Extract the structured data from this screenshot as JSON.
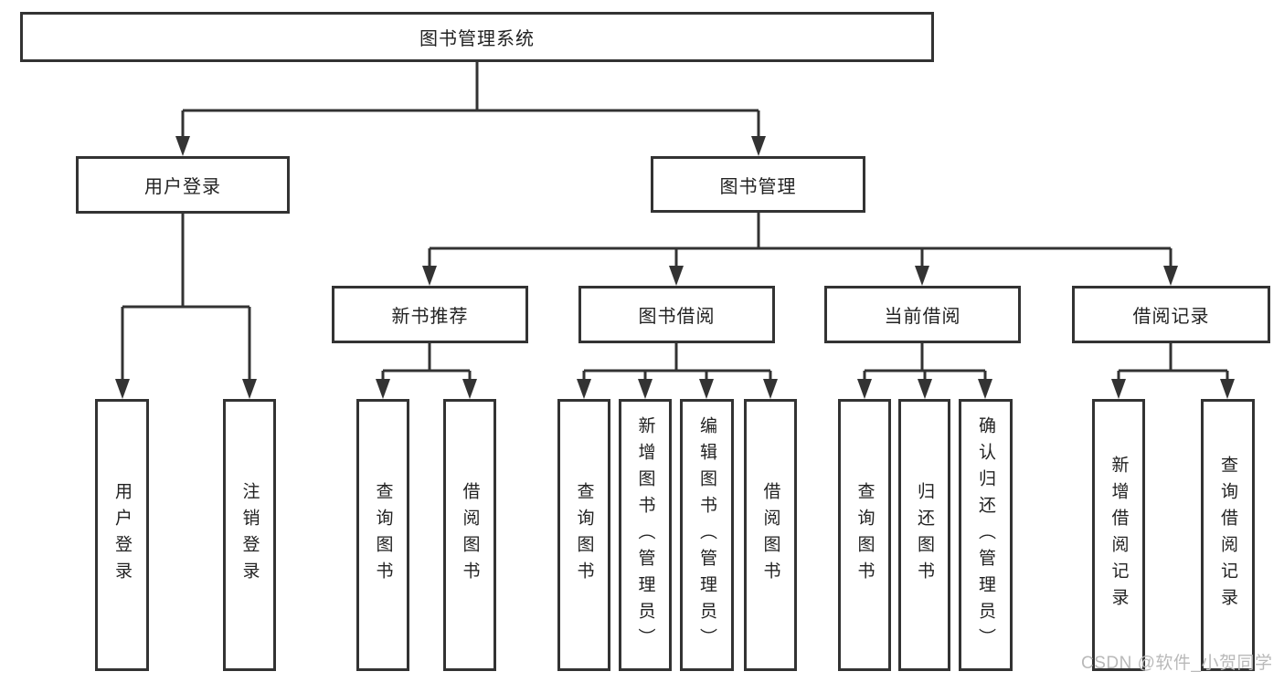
{
  "tree": {
    "root": {
      "label": "图书管理系统"
    },
    "branches": [
      {
        "label": "用户登录",
        "children": [
          {
            "label": "用户登录"
          },
          {
            "label": "注销登录"
          }
        ]
      },
      {
        "label": "图书管理",
        "children": [
          {
            "label": "新书推荐",
            "children": [
              {
                "label": "查询图书"
              },
              {
                "label": "借阅图书"
              }
            ]
          },
          {
            "label": "图书借阅",
            "children": [
              {
                "label": "查询图书"
              },
              {
                "label": "新增图书（管理员）"
              },
              {
                "label": "编辑图书（管理员）"
              },
              {
                "label": "借阅图书"
              }
            ]
          },
          {
            "label": "当前借阅",
            "children": [
              {
                "label": "查询图书"
              },
              {
                "label": "归还图书"
              },
              {
                "label": "确认归还（管理员）"
              }
            ]
          },
          {
            "label": "借阅记录",
            "children": [
              {
                "label": "新增借阅记录"
              },
              {
                "label": "查询借阅记录"
              }
            ]
          }
        ]
      }
    ]
  },
  "watermark": {
    "text": "CSDN @软件_小贺同学"
  },
  "colors": {
    "line": "#333333",
    "border": "#333333",
    "background": "#ffffff",
    "text": "#222222",
    "watermark": "#b9b9b9"
  }
}
